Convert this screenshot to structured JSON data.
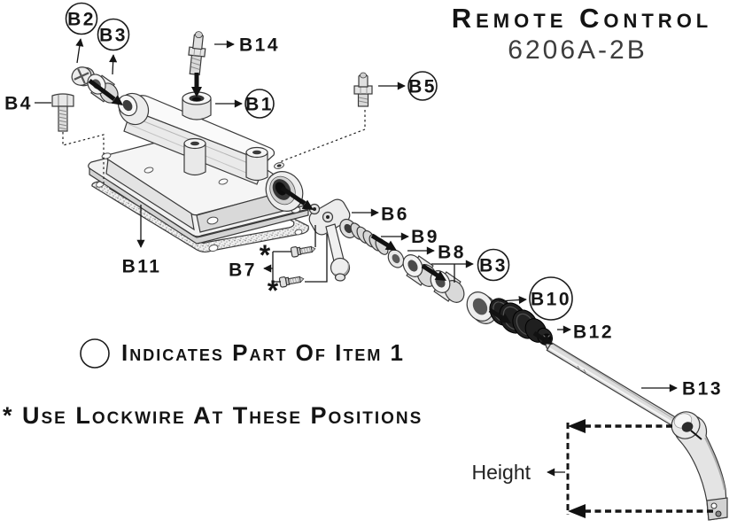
{
  "title": {
    "name": "Remote Control",
    "model": "6206A-2B"
  },
  "legend": {
    "circle_note": "Indicates Part Of Item 1",
    "lockwire_note": "* Use Lockwire At These Positions"
  },
  "symbols": {
    "asterisk": "*"
  },
  "dimension": {
    "label": "Height"
  },
  "callouts": {
    "b1": {
      "label": "B1",
      "circled": true
    },
    "b2": {
      "label": "B2",
      "circled": true
    },
    "b3": {
      "label": "B3",
      "circled": true
    },
    "b4": {
      "label": "B4",
      "circled": false
    },
    "b5": {
      "label": "B5",
      "circled": true
    },
    "b6": {
      "label": "B6",
      "circled": false
    },
    "b7": {
      "label": "B7",
      "circled": false
    },
    "b8": {
      "label": "B8",
      "circled": false
    },
    "b9": {
      "label": "B9",
      "circled": false
    },
    "b10": {
      "label": "B10",
      "circled": true
    },
    "b11": {
      "label": "B11",
      "circled": false
    },
    "b12": {
      "label": "B12",
      "circled": false
    },
    "b13": {
      "label": "B13",
      "circled": false
    },
    "b14": {
      "label": "B14",
      "circled": false
    }
  },
  "colors": {
    "ink": "#151515",
    "metal_light": "#f2f2f2",
    "metal_mid": "#d9d9d9",
    "metal_dark": "#bfbfbf",
    "boot_black": "#1f1f1f",
    "background": "#ffffff"
  }
}
